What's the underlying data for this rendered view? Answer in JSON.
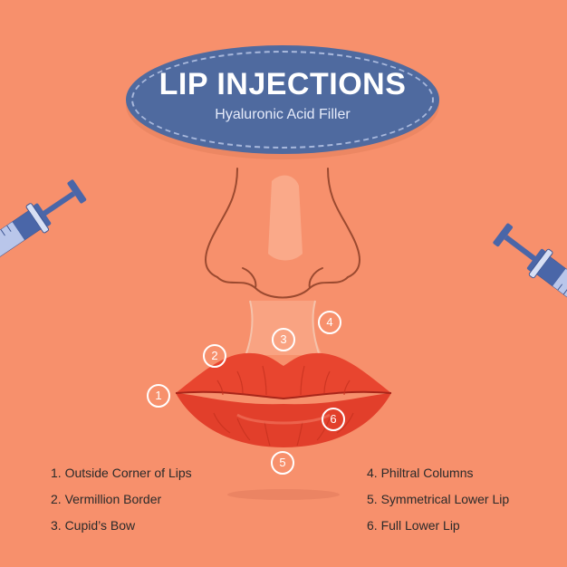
{
  "header": {
    "title": "LIP INJECTIONS",
    "subtitle": "Hyaluronic Acid Filler"
  },
  "markers": [
    "1",
    "2",
    "3",
    "4",
    "5",
    "6"
  ],
  "legend": {
    "left": [
      "1. Outside Corner of Lips",
      "2. Vermillion Border",
      "3. Cupid’s Bow"
    ],
    "right": [
      "4. Philtral Columns",
      "5. Symmetrical Lower Lip",
      "6. Full Lower Lip"
    ]
  },
  "colors": {
    "background": "#f7906c",
    "badge": "#4f6a9f",
    "lips": "#e8452f",
    "syringe_plunger": "#4a66a8",
    "syringe_filler": "#b9c6ea"
  },
  "icons": [
    "syringe-icon",
    "nose-illustration",
    "lips-illustration"
  ]
}
